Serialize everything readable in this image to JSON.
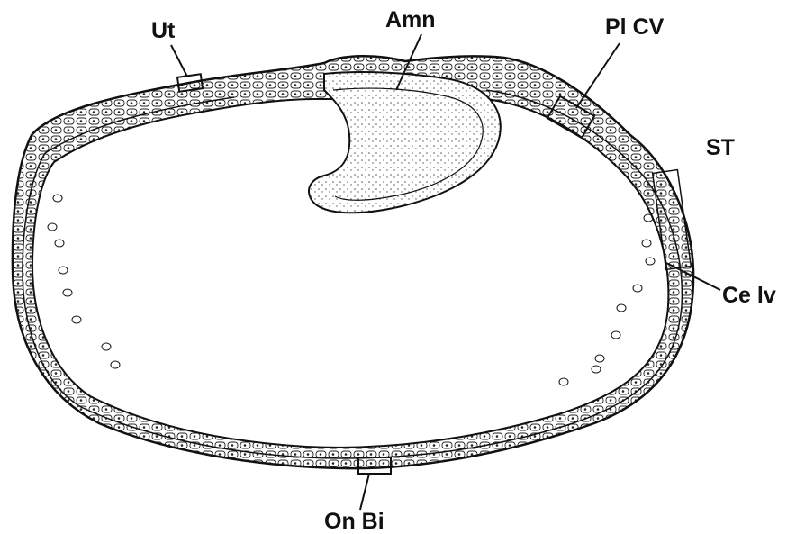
{
  "labels": {
    "ut": "Ut",
    "amn": "Amn",
    "pl_cv": "Pl CV",
    "st": "ST",
    "ce_lv": "Ce lv",
    "on_bi": "On Bi"
  },
  "colors": {
    "ink": "#111111",
    "background": "#ffffff",
    "stipple": "#555555"
  }
}
